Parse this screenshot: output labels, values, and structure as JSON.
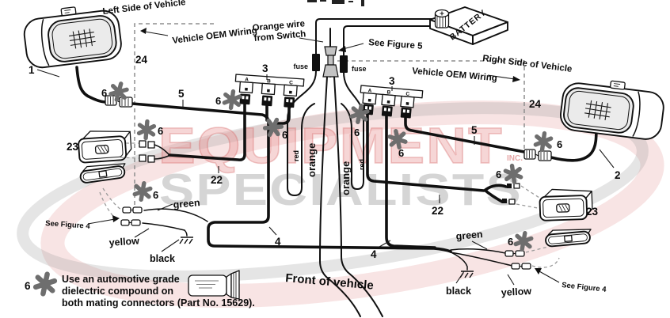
{
  "colors": {
    "line": "#101010",
    "asterisk": "#6e6e6e",
    "watermark_pink": "#e89494",
    "watermark_gray": "#9a9a9a",
    "lens_gray": "#ebebeb",
    "connector_gray": "#c3c3c3"
  },
  "watermark": {
    "line1": "EQUIPMENT",
    "suffix": "INC.",
    "line2": "SPECIALISTS"
  },
  "regions": {
    "left_side": "Left Side of Vehicle",
    "right_side": "Right Side of Vehicle",
    "oem_left": "Vehicle OEM Wiring",
    "oem_right": "Vehicle OEM Wiring",
    "front_of_vehicle": "Front of vehicle"
  },
  "callouts": {
    "orange_wire_line1": "Orange wire",
    "orange_wire_line2": "from Switch",
    "see_figure5": "See Figure 5",
    "see_figure4_left": "See Figure 4",
    "see_figure4_right": "See Figure 4",
    "battery": "BATTERY",
    "fuse_left": "fuse",
    "fuse_right": "fuse"
  },
  "item_numbers": {
    "n1": "1",
    "n2": "2",
    "n3": "3",
    "n4": "4",
    "n5": "5",
    "n6": "6",
    "n22": "22",
    "n23": "23",
    "n24": "24"
  },
  "terminals": {
    "a": "A",
    "b": "B",
    "c": "C"
  },
  "wire_colors": {
    "red": "red",
    "orange": "orange",
    "green": "green",
    "yellow": "yellow",
    "black": "black"
  },
  "legend": {
    "number": "6",
    "line1": "Use an automotive grade",
    "line2": "dielectric compound on",
    "line3": "both mating connectors (Part No. 15629)."
  }
}
